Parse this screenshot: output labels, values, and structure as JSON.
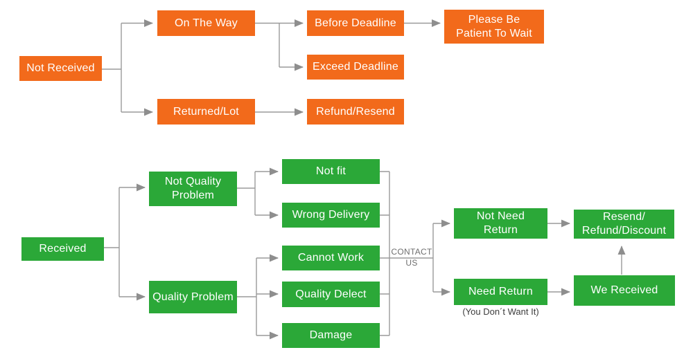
{
  "colors": {
    "orange": "#F26A1B",
    "green": "#2BA838",
    "connector": "#9A9A9A",
    "arrowhead": "#8E8E8E",
    "contact_gray": "#6E6E6E",
    "note_dark": "#3C3C3C",
    "box_text": "#FFFFFF",
    "background": "#FFFFFF"
  },
  "nodes": {
    "not_received": {
      "label": "Not Received"
    },
    "on_the_way": {
      "label": "On The Way"
    },
    "returned_lot": {
      "label": "Returned/Lot"
    },
    "before_deadline": {
      "label": "Before Deadline"
    },
    "exceed_deadline": {
      "label": "Exceed Deadline"
    },
    "refund_resend": {
      "label": "Refund/Resend"
    },
    "please_be_patient": {
      "line1": "Please Be",
      "line2": "Patient To Wait"
    },
    "received": {
      "label": "Received"
    },
    "not_quality_problem": {
      "line1": "Not Quality",
      "line2": "Problem"
    },
    "quality_problem": {
      "label": "Quality Problem"
    },
    "not_fit": {
      "label": "Not fit"
    },
    "wrong_delivery": {
      "label": "Wrong Delivery"
    },
    "cannot_work": {
      "label": "Cannot Work"
    },
    "quality_delect": {
      "label": "Quality Delect"
    },
    "damage": {
      "label": "Damage"
    },
    "not_need_return": {
      "line1": "Not Need",
      "line2": "Return"
    },
    "need_return": {
      "label": "Need Return"
    },
    "resend_refund_discount": {
      "line1": "Resend/",
      "line2": "Refund/Discount"
    },
    "we_received": {
      "label": "We Received"
    }
  },
  "labels": {
    "contact_line1": "CONTACT",
    "contact_line2": "US",
    "need_return_note": "(You Don´t Want It)"
  }
}
